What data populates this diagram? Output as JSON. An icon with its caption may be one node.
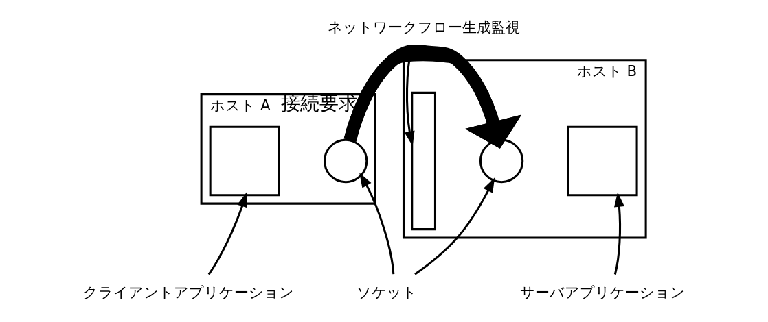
{
  "diagram": {
    "nodes": [
      {
        "text": [
          "ホスト A"
        ]
      },
      {
        "text": [],
        "shape": "box",
        "in": 0
      },
      {
        "text": [],
        "shape": "circle",
        "in": 0
      },
      {
        "text": [
          "ホスト B"
        ]
      },
      {
        "text": [],
        "shape": "bar",
        "in": 3
      },
      {
        "text": [],
        "shape": "circle",
        "in": 3
      },
      {
        "text": [],
        "shape": "box",
        "in": 3
      },
      {
        "text": [
          "クライアントアプリケーション"
        ]
      },
      {
        "text": [
          "ソケット"
        ]
      },
      {
        "text": [
          "ネットワークフロー生成監視"
        ]
      },
      {
        "text": [
          "サーバアプリケーション"
        ]
      }
    ],
    "edges": [
      {
        "from": 2,
        "to": 5,
        "arrow": "to",
        "label": "接続要求",
        "style": "thick"
      },
      {
        "from": 7,
        "to": 1,
        "arrow": "to"
      },
      {
        "from": 8,
        "to": 2,
        "arrow": "to"
      },
      {
        "from": 8,
        "to": 5,
        "arrow": "to"
      },
      {
        "from": 9,
        "to": 4,
        "arrow": "to"
      },
      {
        "from": 10,
        "to": 6,
        "arrow": "to"
      }
    ]
  }
}
